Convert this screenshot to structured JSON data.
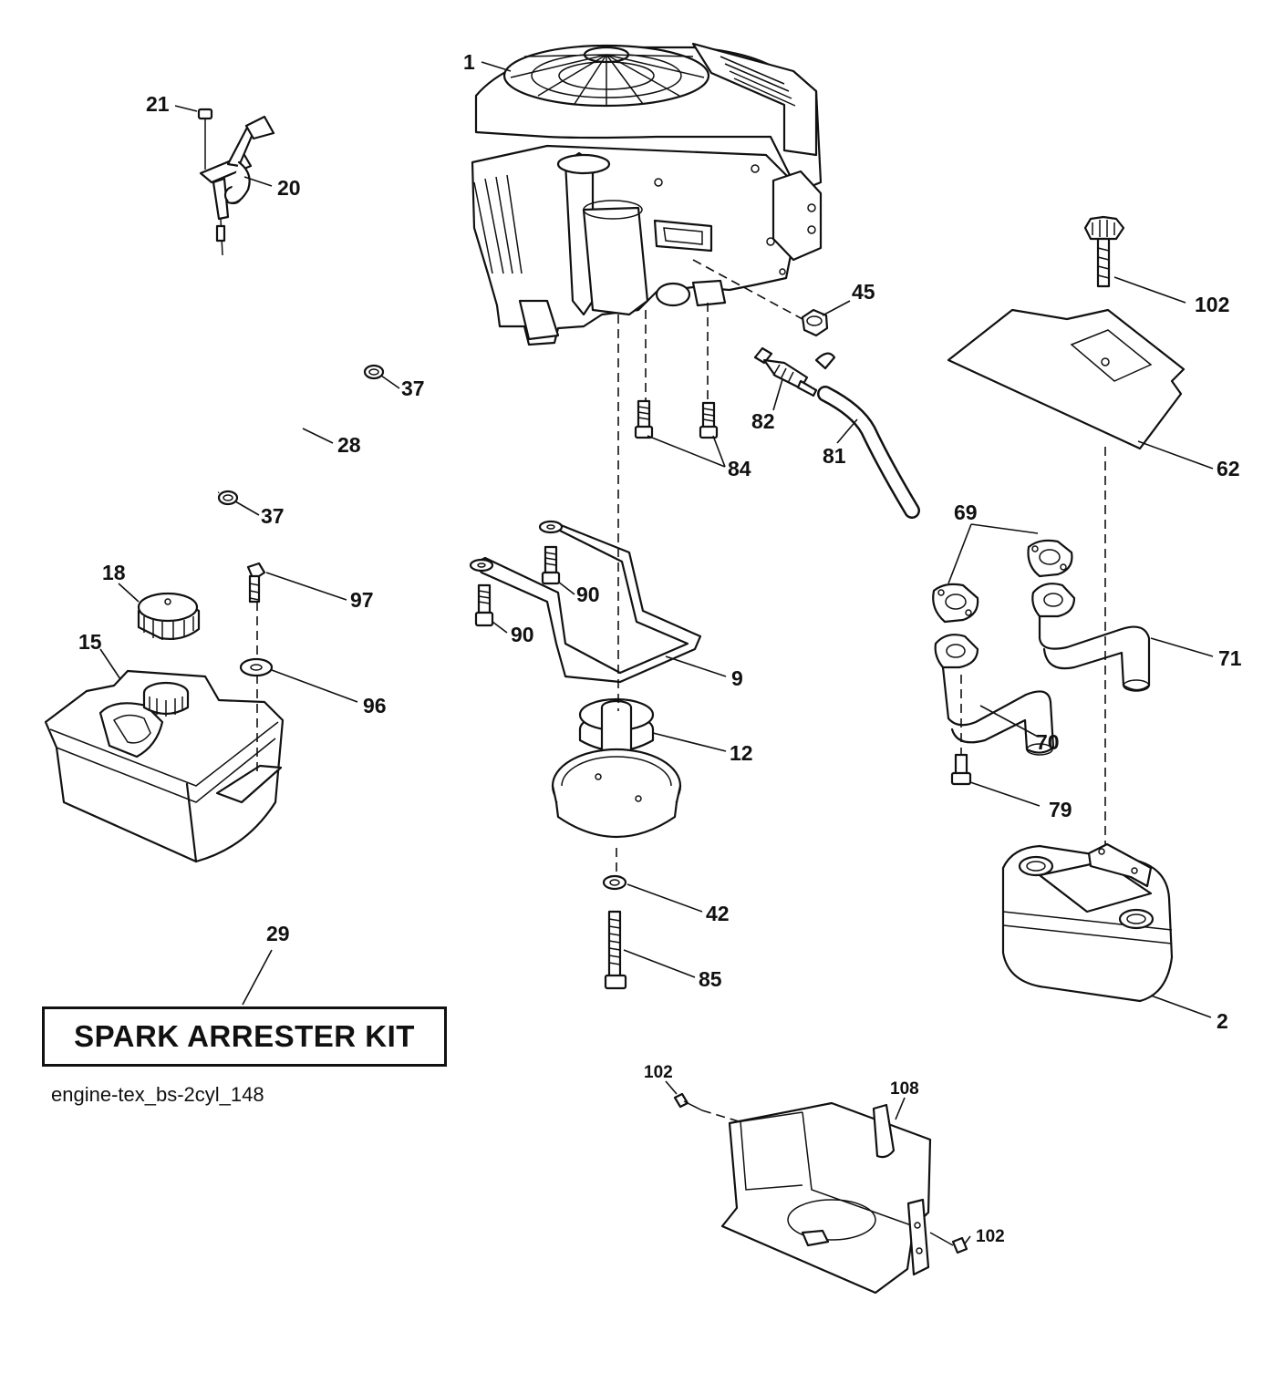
{
  "diagram": {
    "callouts": [
      {
        "id": "p1",
        "label": "1"
      },
      {
        "id": "p21",
        "label": "21"
      },
      {
        "id": "p20",
        "label": "20"
      },
      {
        "id": "p45",
        "label": "45"
      },
      {
        "id": "p102a",
        "label": "102"
      },
      {
        "id": "p37a",
        "label": "37"
      },
      {
        "id": "p28",
        "label": "28"
      },
      {
        "id": "p37b",
        "label": "37"
      },
      {
        "id": "p82",
        "label": "82"
      },
      {
        "id": "p81",
        "label": "81"
      },
      {
        "id": "p84",
        "label": "84"
      },
      {
        "id": "p62",
        "label": "62"
      },
      {
        "id": "p69",
        "label": "69"
      },
      {
        "id": "p18",
        "label": "18"
      },
      {
        "id": "p97",
        "label": "97"
      },
      {
        "id": "p90a",
        "label": "90"
      },
      {
        "id": "p90b",
        "label": "90"
      },
      {
        "id": "p15",
        "label": "15"
      },
      {
        "id": "p71",
        "label": "71"
      },
      {
        "id": "p9",
        "label": "9"
      },
      {
        "id": "p96",
        "label": "96"
      },
      {
        "id": "p70",
        "label": "70"
      },
      {
        "id": "p12",
        "label": "12"
      },
      {
        "id": "p79",
        "label": "79"
      },
      {
        "id": "p42",
        "label": "42"
      },
      {
        "id": "p29",
        "label": "29"
      },
      {
        "id": "p85",
        "label": "85"
      },
      {
        "id": "p2",
        "label": "2"
      },
      {
        "id": "p102b",
        "label": "102"
      },
      {
        "id": "p108",
        "label": "108"
      },
      {
        "id": "p102c",
        "label": "102"
      }
    ],
    "kit_label": "SPARK ARRESTER KIT",
    "diagram_code": "engine-tex_bs-2cyl_148"
  }
}
